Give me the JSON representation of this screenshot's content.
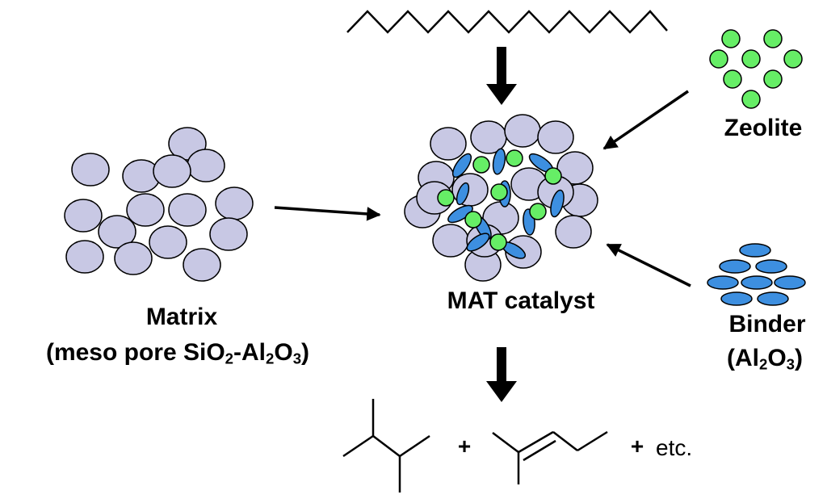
{
  "colors": {
    "matrix_particle": "#c8c8e4",
    "zeolite_particle": "#66ee66",
    "binder_particle": "#3d8fe0",
    "outline": "#000000",
    "arrow": "#000000"
  },
  "labels": {
    "matrix_title": "Matrix",
    "matrix_desc": {
      "open": "(meso pore SiO",
      "sub1": "2",
      "mid": "-Al",
      "sub2": "2",
      "o": "O",
      "sub3": "3",
      "close": ")"
    },
    "catalyst": "MAT catalyst",
    "zeolite": "Zeolite",
    "binder_title": "Binder",
    "binder_formula": {
      "open": "(Al",
      "sub1": "2",
      "o": "O",
      "sub2": "3",
      "close": ")"
    },
    "plus_1": "+",
    "plus_2": "+",
    "etc": "etc."
  },
  "icons": {
    "feed": "alkane-chain-icon",
    "product_1": "isobutane-skeleton-icon",
    "product_2": "pentene-skeleton-icon"
  }
}
